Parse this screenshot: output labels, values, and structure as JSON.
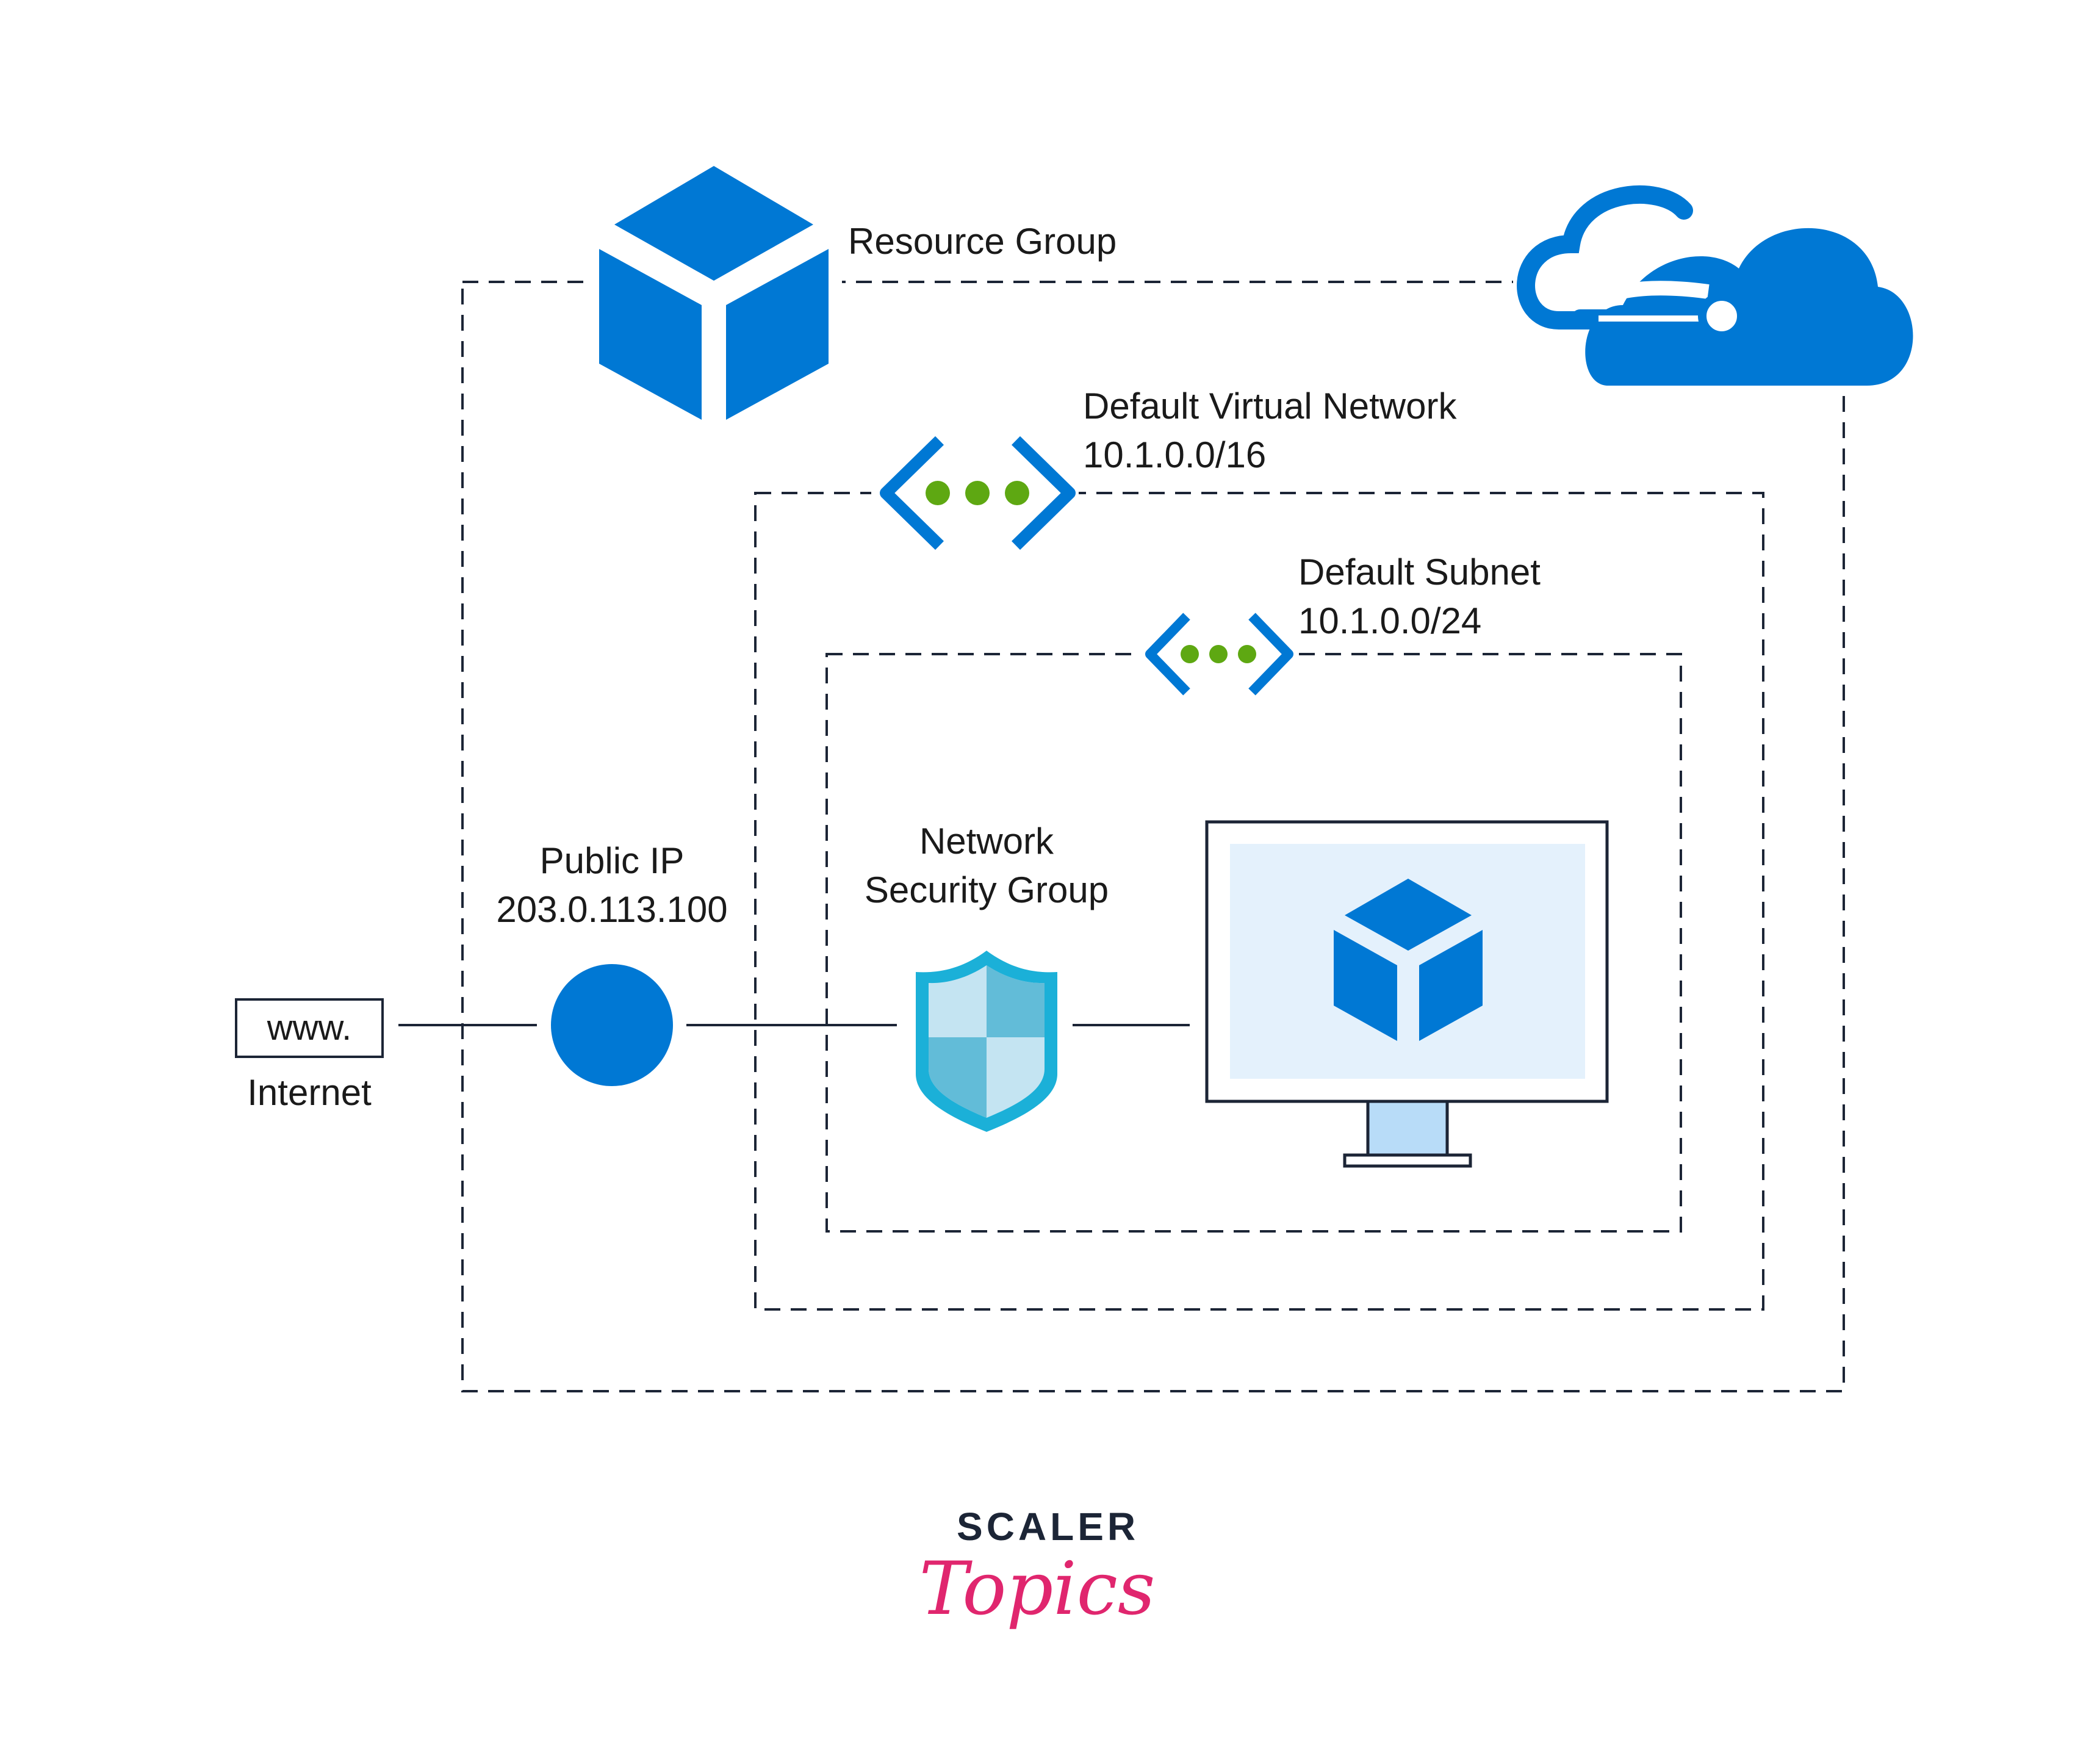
{
  "labels": {
    "resource_group": "Resource Group",
    "vnet_title": "Default Virtual Network",
    "vnet_cidr": "10.1.0.0/16",
    "subnet_title": "Default Subnet",
    "subnet_cidr": "10.1.0.0/24",
    "public_ip_title": "Public IP",
    "public_ip_address": "203.0.113.100",
    "nsg_line1": "Network",
    "nsg_line2": "Security Group",
    "internet_box": "www.",
    "internet_label": "Internet"
  },
  "logo": {
    "brand_top": "SCALER",
    "brand_bottom": "Topics"
  },
  "colors": {
    "azure_blue": "#0078d4",
    "green_dots": "#5ea812",
    "dashed_border": "#1c2536",
    "screen_fill": "#e4f1fc",
    "stand_fill": "#b8dcf8",
    "shield_outer": "#1bb0d8",
    "shield_light": "#c4e4f2",
    "shield_dark": "#62bcd8",
    "logo_pink": "#e0266e"
  },
  "icons": [
    "resource-group-cube-icon",
    "cloud-icon",
    "virtual-network-icon",
    "subnet-icon",
    "public-ip-icon",
    "shield-icon",
    "virtual-machine-icon"
  ]
}
